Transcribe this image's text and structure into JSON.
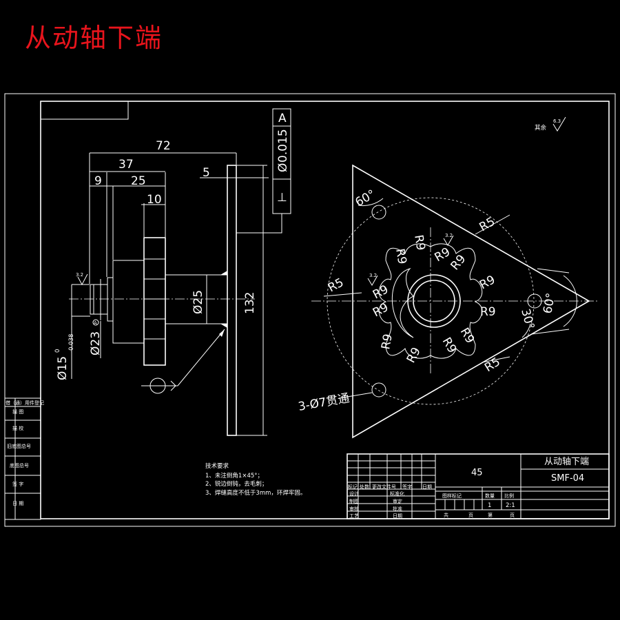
{
  "title": "从动轴下端",
  "roughness_note": {
    "label": "其余",
    "value": "6.3"
  },
  "tolerance_frame": {
    "symbol": "⊥",
    "value": "0.015",
    "prefix": "Ø",
    "datum": "A"
  },
  "side_view": {
    "dims": [
      "72",
      "37",
      "9",
      "25",
      "10",
      "5",
      "132",
      "Ø25"
    ],
    "diameter_note": "Ø15",
    "upper_tol": "0",
    "lower_tol": "-0.038",
    "d23": "Ø23",
    "d23_suffix": "A",
    "roughness": "3.2"
  },
  "front_view": {
    "radii": [
      "R5",
      "R5",
      "R5",
      "R9",
      "R9",
      "R9",
      "R9",
      "R9",
      "R9",
      "R9",
      "R9",
      "R9",
      "R9",
      "R9",
      "R9"
    ],
    "angles": [
      "60°",
      "60°",
      "30°"
    ],
    "roughness": [
      "3.2",
      "3.2"
    ],
    "hole_note": "3-Ø7贯通"
  },
  "tech_requirements": {
    "heading": "技术要求",
    "items": [
      "1、未注倒角1×45°；",
      "2、锐边倒钝，去毛刺；",
      "3、焊缝高度不低于3mm，环焊牢固。"
    ]
  },
  "left_panel": [
    "借（通）用件登记",
    "描 图",
    "描 校",
    "旧底图总号",
    "底图总号",
    "签 字",
    "日 期"
  ],
  "title_block": {
    "material": "45",
    "part_name": "从动轴下端",
    "part_code": "SMF-04",
    "header_cells": [
      "标记",
      "处数",
      "更改文件号",
      "签字",
      "日期"
    ],
    "rows": [
      [
        "设计",
        "",
        "标准化"
      ],
      [
        "制图",
        "",
        "审定"
      ],
      [
        "审核",
        "",
        "批准"
      ],
      [
        "工艺",
        "",
        "日期"
      ]
    ],
    "stage_labels": [
      "图样标记",
      "数量",
      "比例"
    ],
    "quantity": "1",
    "scale": "2:1",
    "sheet_labels": [
      "共",
      "页",
      "第",
      "页"
    ]
  }
}
